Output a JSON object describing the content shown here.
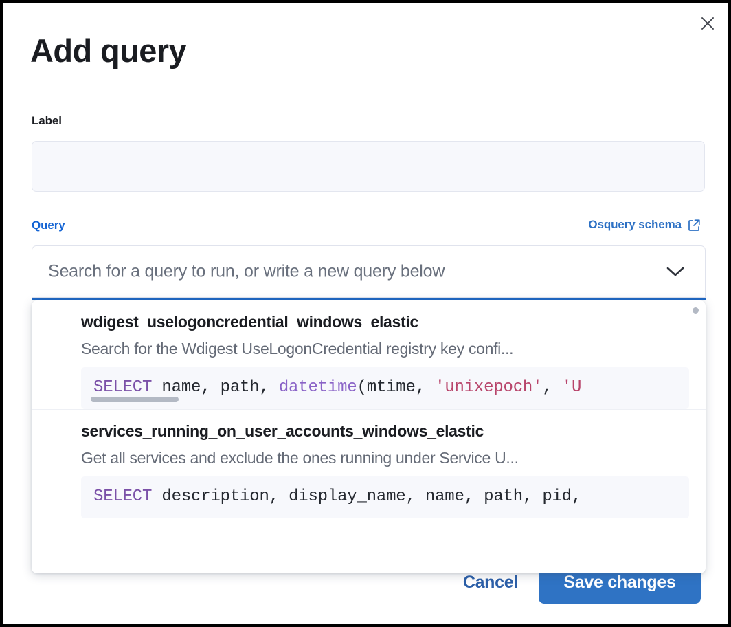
{
  "modal": {
    "title": "Add query",
    "close_icon": "close-icon"
  },
  "label_field": {
    "label": "Label",
    "value": "",
    "placeholder": ""
  },
  "query_field": {
    "label": "Query",
    "schema_link": "Osquery schema",
    "schema_link_icon": "external-link-icon",
    "placeholder": "Search for a query to run, or write a new query below",
    "value": "",
    "chevron_icon": "chevron-down-icon"
  },
  "dropdown": {
    "items": [
      {
        "title": "wdigest_uselogoncredential_windows_elastic",
        "description": "Search for the Wdigest UseLogonCredential registry key confi...",
        "code_tokens": [
          {
            "t": "SELECT",
            "c": "kw"
          },
          {
            "t": " ",
            "c": "pun"
          },
          {
            "t": "name",
            "c": "idn"
          },
          {
            "t": ", ",
            "c": "pun"
          },
          {
            "t": "path",
            "c": "idn"
          },
          {
            "t": ", ",
            "c": "pun"
          },
          {
            "t": "datetime",
            "c": "fn"
          },
          {
            "t": "(",
            "c": "pun"
          },
          {
            "t": "mtime",
            "c": "idn"
          },
          {
            "t": ", ",
            "c": "pun"
          },
          {
            "t": "'unixepoch'",
            "c": "str"
          },
          {
            "t": ", ",
            "c": "pun"
          },
          {
            "t": "'U",
            "c": "str"
          }
        ]
      },
      {
        "title": "services_running_on_user_accounts_windows_elastic",
        "description": "Get all services and exclude the ones running under Service U...",
        "code_tokens": [
          {
            "t": "SELECT",
            "c": "kw"
          },
          {
            "t": " ",
            "c": "pun"
          },
          {
            "t": "description",
            "c": "idn"
          },
          {
            "t": ", ",
            "c": "pun"
          },
          {
            "t": "display_name",
            "c": "idn"
          },
          {
            "t": ", ",
            "c": "pun"
          },
          {
            "t": "name",
            "c": "idn"
          },
          {
            "t": ", ",
            "c": "pun"
          },
          {
            "t": "path",
            "c": "idn"
          },
          {
            "t": ", ",
            "c": "pun"
          },
          {
            "t": "pid",
            "c": "idn"
          },
          {
            "t": ",",
            "c": "pun"
          }
        ]
      }
    ]
  },
  "footer": {
    "cancel_label": "Cancel",
    "save_label": "Save changes"
  },
  "colors": {
    "accent_blue": "#1464d4",
    "primary_button": "#2f73c4",
    "link_blue": "#2c70c4",
    "keyword_purple": "#7b51a8",
    "string_rose": "#b8456b"
  }
}
